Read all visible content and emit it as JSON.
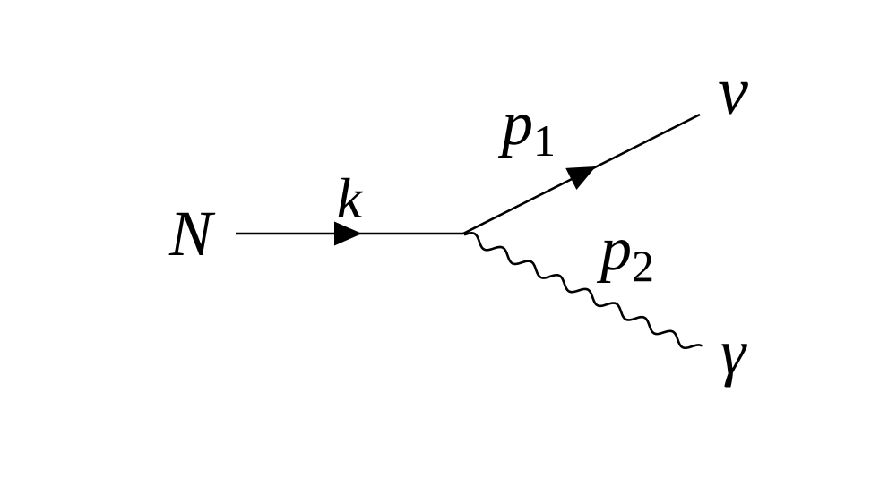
{
  "diagram": {
    "background_color": "#ffffff",
    "line_color": "#000000",
    "labels": {
      "incoming_particle": "N",
      "incoming_momentum": "k",
      "upper_momentum_base": "p",
      "upper_momentum_sub": "1",
      "upper_particle": "ν",
      "lower_momentum_base": "p",
      "lower_momentum_sub": "2",
      "lower_particle": "γ"
    }
  }
}
